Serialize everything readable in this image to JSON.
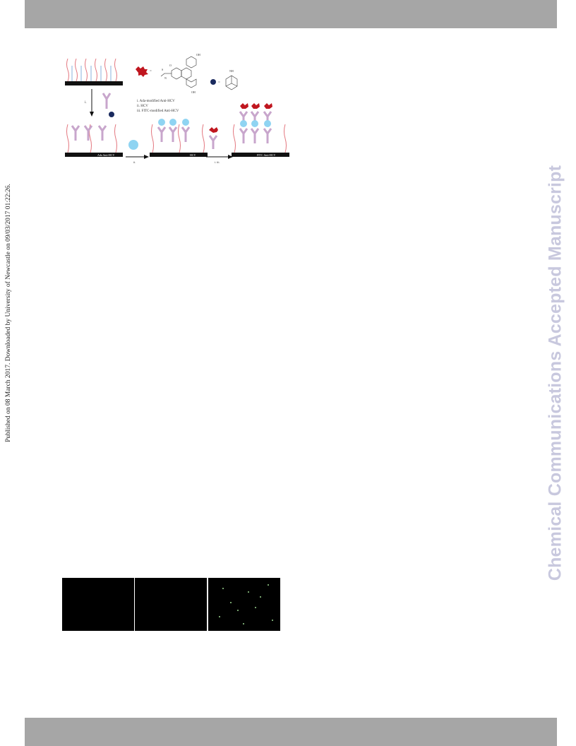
{
  "side_note": "Published on 08 March 2017. Downloaded by University of Newcastle on 09/03/2017 01:22:26.",
  "watermark": "Chemical Communications Accepted Manuscript",
  "scheme": {
    "legend": {
      "line1": "i. Ada-modified Anti-HCV",
      "line2": "ii. HCV",
      "line3": "iii. FITC-modified Anti-HCV"
    },
    "step_labels": {
      "down_arrow": "i.",
      "arrow1": "ii.",
      "arrow2": "i. iii."
    },
    "stage_labels": {
      "stage1": "Ada Anti-HCV",
      "stage2": "HCV",
      "stage3": "FITC Anti-HCV"
    },
    "equals": "=",
    "chem_labels": {
      "oh_top": "OH",
      "oh_bottom": "OH",
      "carbonyl": "O",
      "sulfur": "S",
      "amine": "N",
      "adamantane_nh": "NH"
    }
  },
  "micrographs": [
    {
      "label": "",
      "dots": []
    },
    {
      "label": "",
      "dots": []
    },
    {
      "label": "",
      "dots": [
        [
          0.2,
          0.18
        ],
        [
          0.55,
          0.25
        ],
        [
          0.82,
          0.12
        ],
        [
          0.3,
          0.45
        ],
        [
          0.65,
          0.55
        ],
        [
          0.15,
          0.72
        ],
        [
          0.48,
          0.85
        ],
        [
          0.88,
          0.78
        ],
        [
          0.72,
          0.35
        ],
        [
          0.4,
          0.6
        ]
      ]
    }
  ]
}
